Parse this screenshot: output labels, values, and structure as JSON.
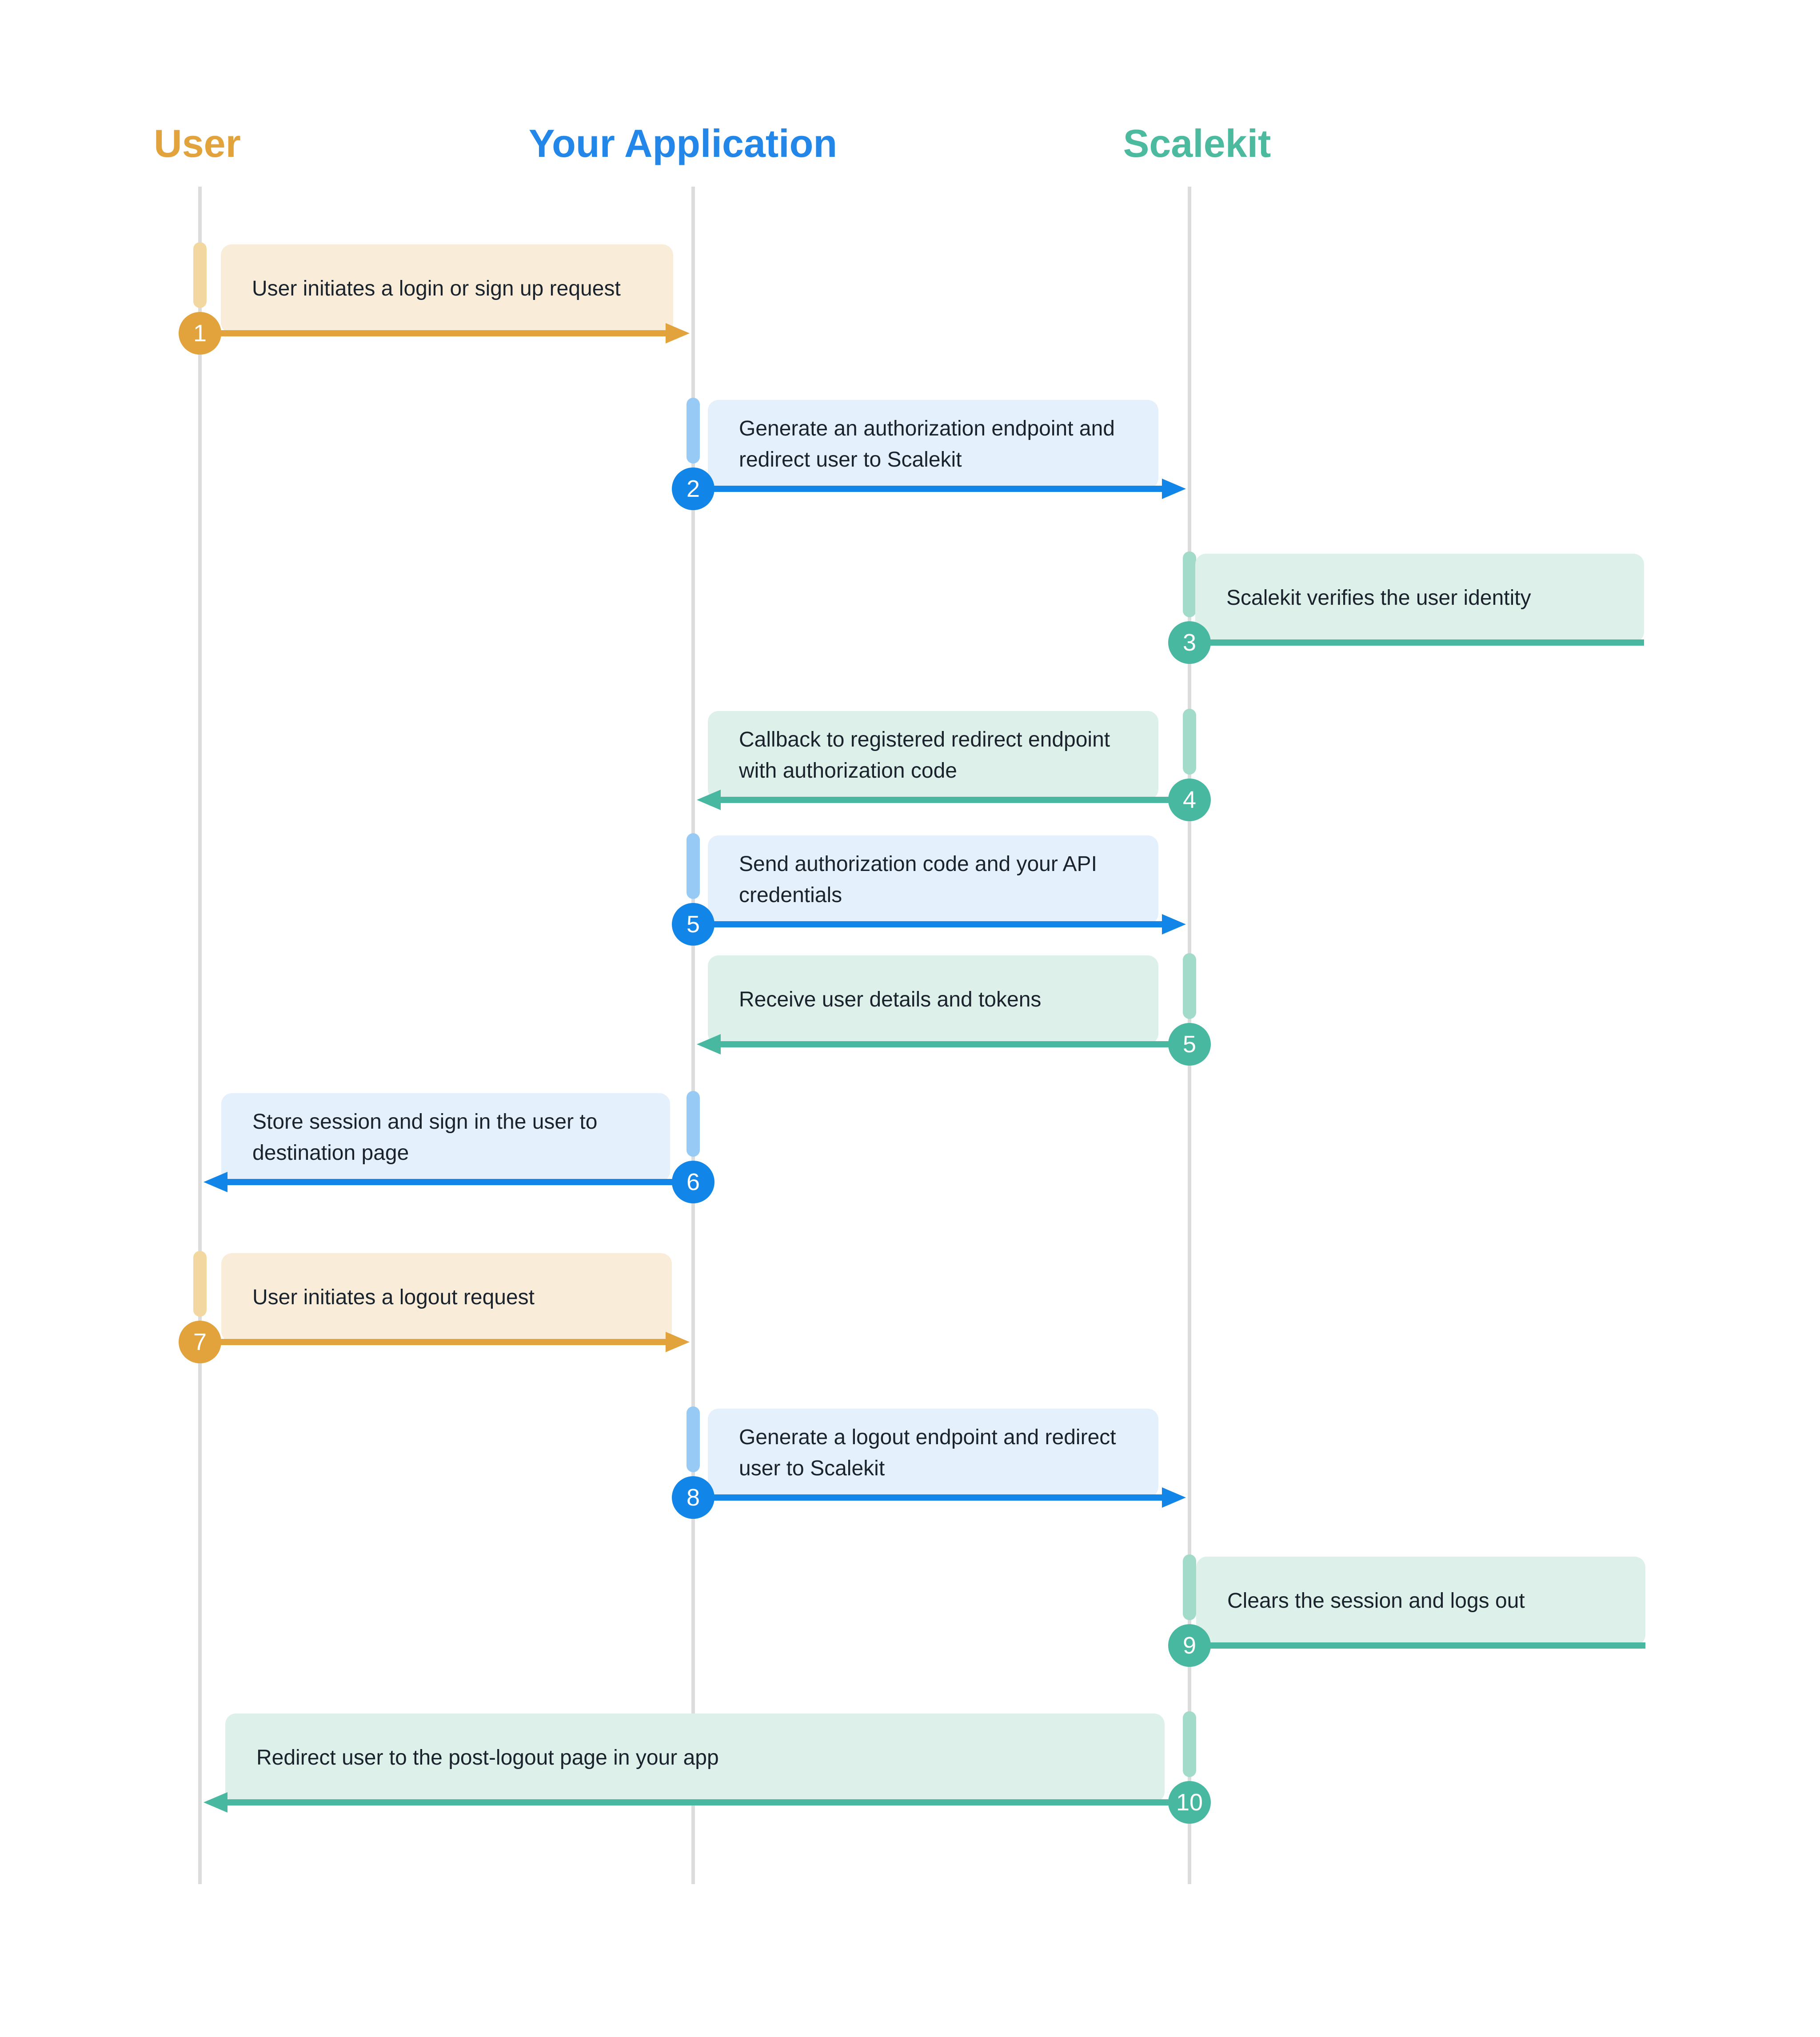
{
  "actors": [
    {
      "id": "user",
      "name": "User",
      "color": "#E2A33C"
    },
    {
      "id": "app",
      "name": "Your Application",
      "color": "#2287E8"
    },
    {
      "id": "scalekit",
      "name": "Scalekit",
      "color": "#4CBA9E"
    }
  ],
  "palette": {
    "orange": {
      "main": "#E2A33C",
      "bar": "#F2D7A0",
      "box": "#F9EDD9"
    },
    "blue": {
      "main": "#1186E8",
      "bar": "#97CBF5",
      "box": "#E4F0FC"
    },
    "teal": {
      "main": "#48B8A0",
      "bar": "#A3DBCB",
      "box": "#DDF0EA"
    }
  },
  "messages": [
    {
      "number": "1",
      "label": "User initiates a login or sign up request",
      "from": "user",
      "to": "app",
      "color": "orange",
      "kind": "arrow"
    },
    {
      "number": "2",
      "label": "Generate an authorization endpoint and redirect user to Scalekit",
      "from": "app",
      "to": "scalekit",
      "color": "blue",
      "kind": "arrow"
    },
    {
      "number": "3",
      "label": "Scalekit verifies the user identity",
      "from": "scalekit",
      "to": "scalekit",
      "color": "teal",
      "kind": "self"
    },
    {
      "number": "4",
      "label": "Callback to registered redirect endpoint with authorization code",
      "from": "scalekit",
      "to": "app",
      "color": "teal",
      "kind": "arrow"
    },
    {
      "number": "5",
      "label": "Send authorization code and your API credentials",
      "from": "app",
      "to": "scalekit",
      "color": "blue",
      "kind": "arrow"
    },
    {
      "number": "5",
      "label": "Receive user details and tokens",
      "from": "scalekit",
      "to": "app",
      "color": "teal",
      "kind": "arrow"
    },
    {
      "number": "6",
      "label": "Store session and sign in the user to destination page",
      "from": "app",
      "to": "user",
      "color": "blue",
      "kind": "arrow"
    },
    {
      "number": "7",
      "label": "User initiates a logout request",
      "from": "user",
      "to": "app",
      "color": "orange",
      "kind": "arrow"
    },
    {
      "number": "8",
      "label": "Generate a logout endpoint and redirect user to Scalekit",
      "from": "app",
      "to": "scalekit",
      "color": "blue",
      "kind": "arrow"
    },
    {
      "number": "9",
      "label": "Clears the session and logs out",
      "from": "scalekit",
      "to": "scalekit",
      "color": "teal",
      "kind": "self"
    },
    {
      "number": "10",
      "label": "Redirect user to the post-logout page in your app",
      "from": "scalekit",
      "to": "user",
      "color": "teal",
      "kind": "arrow"
    }
  ]
}
